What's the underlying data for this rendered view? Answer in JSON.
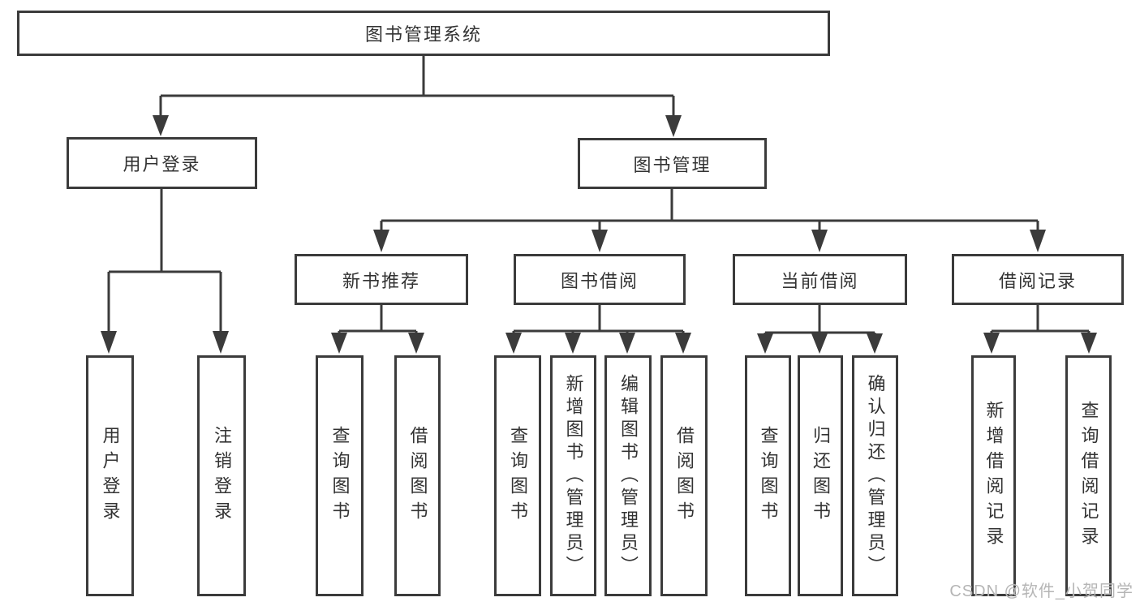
{
  "colors": {
    "line": "#3b3b3b",
    "text": "#333333",
    "watermark_gray": "#b5b5b5",
    "background": "#ffffff"
  },
  "diagram": {
    "root": {
      "label": "图书管理系统"
    },
    "level2": [
      {
        "label": "用户登录"
      },
      {
        "label": "图书管理"
      }
    ],
    "level3": [
      {
        "label": "新书推荐"
      },
      {
        "label": "图书借阅"
      },
      {
        "label": "当前借阅"
      },
      {
        "label": "借阅记录"
      }
    ],
    "leaves": [
      {
        "label": "用户登录"
      },
      {
        "label": "注销登录"
      },
      {
        "label": "查询图书"
      },
      {
        "label": "借阅图书"
      },
      {
        "label": "查询图书"
      },
      {
        "label": "新增图书（管理员）"
      },
      {
        "label": "编辑图书（管理员）"
      },
      {
        "label": "借阅图书"
      },
      {
        "label": "查询图书"
      },
      {
        "label": "归还图书"
      },
      {
        "label": "确认归还（管理员）"
      },
      {
        "label": "新增借阅记录"
      },
      {
        "label": "查询借阅记录"
      }
    ]
  },
  "watermark": {
    "text": "CSDN @软件_小贺同学"
  }
}
